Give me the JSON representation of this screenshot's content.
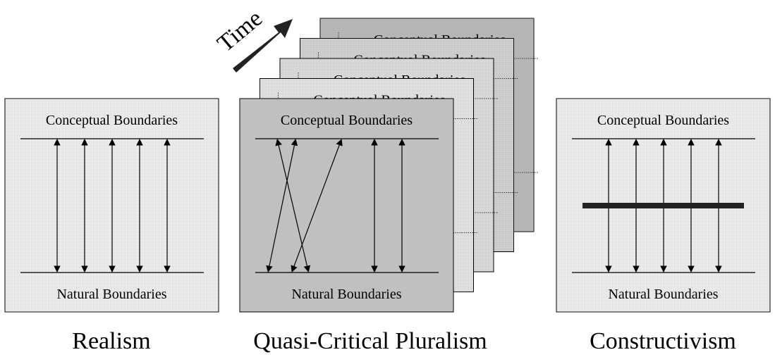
{
  "diagram": {
    "time_label": "Time",
    "panels": [
      {
        "id": "realism",
        "caption": "Realism",
        "top_label": "Conceptual Boundaries",
        "bottom_label": "Natural Boundaries",
        "fill": "#f0f0f0",
        "arrows": [
          [
            0.2,
            0.2
          ],
          [
            0.35,
            0.35
          ],
          [
            0.5,
            0.5
          ],
          [
            0.65,
            0.65
          ],
          [
            0.8,
            0.8
          ]
        ],
        "barrier": false
      },
      {
        "id": "quasi-critical-pluralism",
        "caption": "Quasi-Critical Pluralism",
        "top_label": "Conceptual Boundaries",
        "bottom_label": "Natural Boundaries",
        "fill": "#c0c0c0",
        "arrows": [
          [
            0.12,
            0.29
          ],
          [
            0.22,
            0.07
          ],
          [
            0.47,
            0.2
          ],
          [
            0.65,
            0.65
          ],
          [
            0.8,
            0.8
          ]
        ],
        "barrier": false,
        "back_layers": [
          {
            "top_label": "Conceptual Boundaries",
            "fill": "#e4e4e4"
          },
          {
            "top_label": "Conceptual Boundaries",
            "fill": "#dcdcdc"
          },
          {
            "top_label": "Conceptual Boundaries",
            "fill": "#d0d0d0"
          },
          {
            "top_label": "Conceptual Boundaries",
            "fill": "#b8b8b8"
          }
        ]
      },
      {
        "id": "constructivism",
        "caption": "Constructivism",
        "top_label": "Conceptual Boundaries",
        "bottom_label": "Natural Boundaries",
        "fill": "#f0f0f0",
        "arrows": [
          [
            0.2,
            0.2
          ],
          [
            0.35,
            0.35
          ],
          [
            0.5,
            0.5
          ],
          [
            0.65,
            0.65
          ],
          [
            0.8,
            0.8
          ]
        ],
        "barrier": true,
        "barrier_color": "#222222"
      }
    ]
  }
}
